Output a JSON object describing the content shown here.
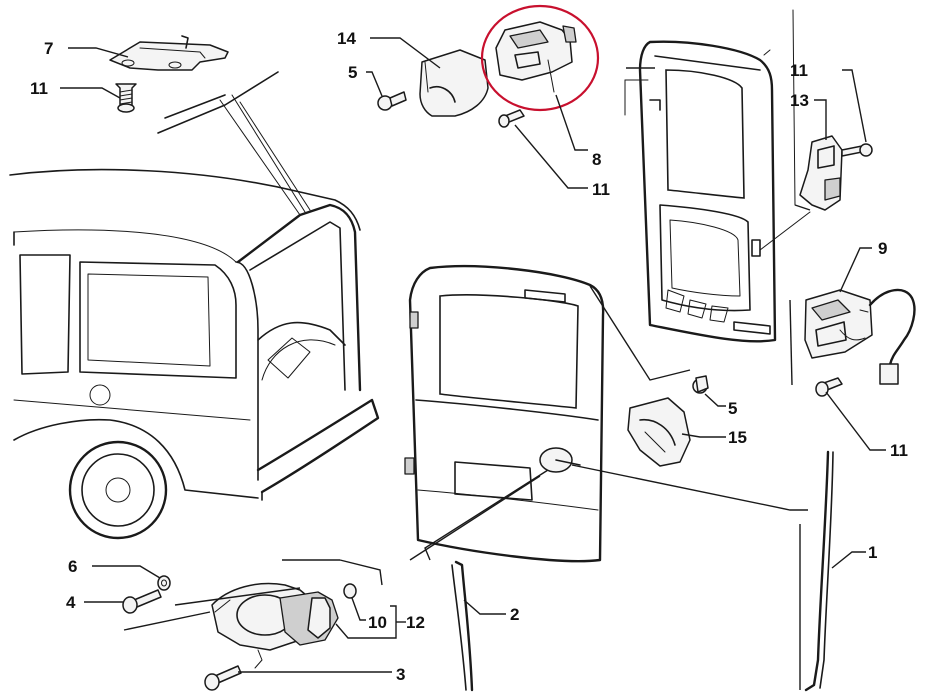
{
  "colors": {
    "line": "#1a1a1a",
    "background": "#ffffff",
    "highlight_circle": "#c8102e"
  },
  "callouts": [
    {
      "id": "c7",
      "label": "7"
    },
    {
      "id": "c11a",
      "label": "11"
    },
    {
      "id": "c14",
      "label": "14"
    },
    {
      "id": "c5a",
      "label": "5"
    },
    {
      "id": "c8",
      "label": "8"
    },
    {
      "id": "c11b",
      "label": "11"
    },
    {
      "id": "c11c",
      "label": "11"
    },
    {
      "id": "c13",
      "label": "13"
    },
    {
      "id": "c9",
      "label": "9"
    },
    {
      "id": "c5b",
      "label": "5"
    },
    {
      "id": "c15",
      "label": "15"
    },
    {
      "id": "c11d",
      "label": "11"
    },
    {
      "id": "c1",
      "label": "1"
    },
    {
      "id": "c2",
      "label": "2"
    },
    {
      "id": "c6",
      "label": "6"
    },
    {
      "id": "c4",
      "label": "4"
    },
    {
      "id": "c10",
      "label": "10"
    },
    {
      "id": "c12",
      "label": "12"
    },
    {
      "id": "c3",
      "label": "3"
    }
  ]
}
